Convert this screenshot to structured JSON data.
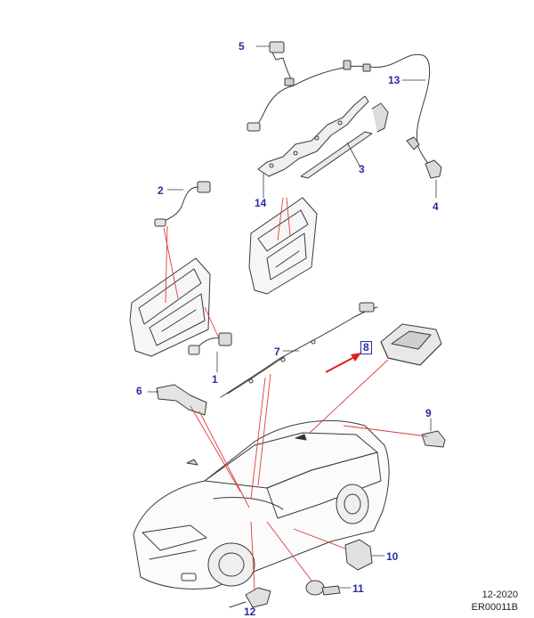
{
  "colors": {
    "callout": "#2a2aa6",
    "leader": "#e03b3b",
    "linework": "#3a3a3a",
    "arrow": "#e02020"
  },
  "callouts": {
    "c1": "1",
    "c2": "2",
    "c3": "3",
    "c4": "4",
    "c5": "5",
    "c6": "6",
    "c7": "7",
    "c8": "8",
    "c9": "9",
    "c10": "10",
    "c11": "11",
    "c12": "12",
    "c13": "13",
    "c14": "14"
  },
  "footer": {
    "date": "12-2020",
    "code": "ER00011B"
  }
}
